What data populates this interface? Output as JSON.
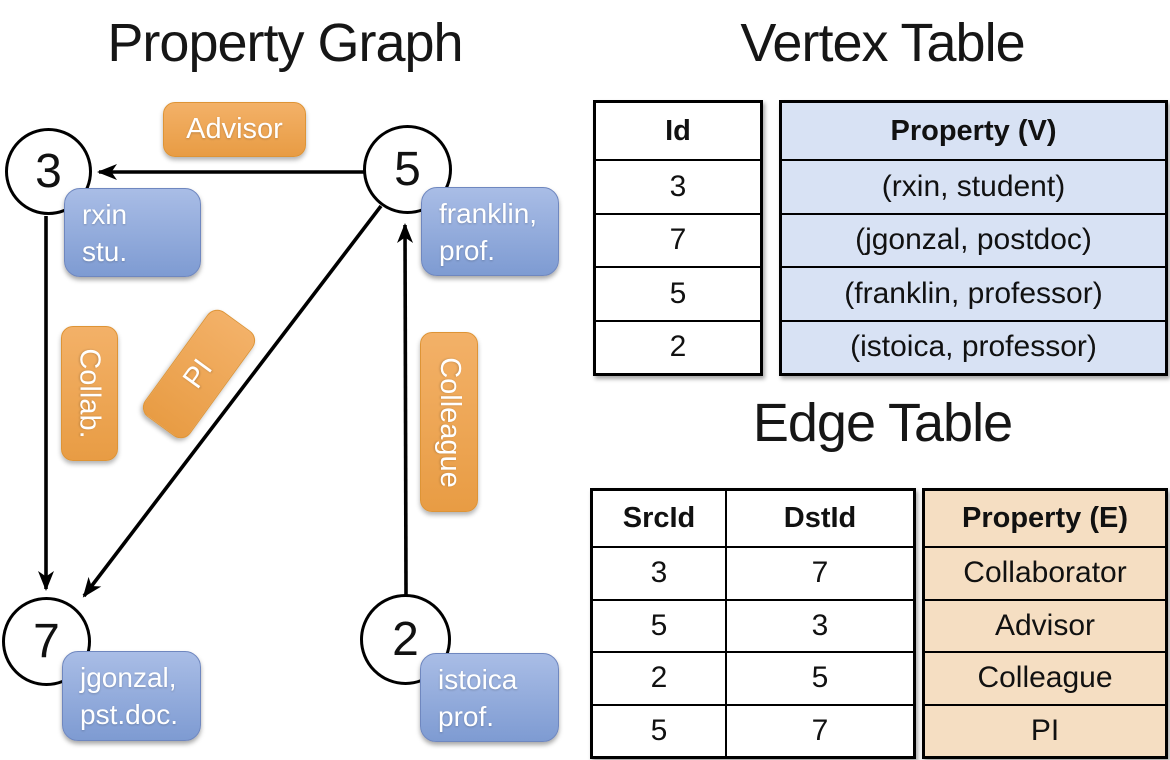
{
  "graph": {
    "title": "Property Graph",
    "nodes": [
      {
        "id": "3",
        "property_lines": [
          "rxin",
          "stu."
        ]
      },
      {
        "id": "5",
        "property_lines": [
          "franklin,",
          "prof."
        ]
      },
      {
        "id": "7",
        "property_lines": [
          "jgonzal,",
          "pst.doc."
        ]
      },
      {
        "id": "2",
        "property_lines": [
          "istoica",
          "prof."
        ]
      }
    ],
    "edges": [
      {
        "label": "Advisor",
        "from": "5",
        "to": "3"
      },
      {
        "label": "Collab.",
        "from": "3",
        "to": "7"
      },
      {
        "label": "PI",
        "from": "5",
        "to": "7"
      },
      {
        "label": "Colleague",
        "from": "2",
        "to": "5"
      }
    ]
  },
  "vertex_table": {
    "title": "Vertex Table",
    "col_id": "Id",
    "col_property": "Property (V)",
    "rows": [
      {
        "id": "3",
        "property": "(rxin, student)"
      },
      {
        "id": "7",
        "property": "(jgonzal, postdoc)"
      },
      {
        "id": "5",
        "property": "(franklin, professor)"
      },
      {
        "id": "2",
        "property": "(istoica, professor)"
      }
    ]
  },
  "edge_table": {
    "title": "Edge Table",
    "col_src": "SrcId",
    "col_dst": "DstId",
    "col_property": "Property (E)",
    "rows": [
      {
        "src": "3",
        "dst": "7",
        "property": "Collaborator"
      },
      {
        "src": "5",
        "dst": "3",
        "property": "Advisor"
      },
      {
        "src": "2",
        "dst": "5",
        "property": "Colleague"
      },
      {
        "src": "5",
        "dst": "7",
        "property": "PI"
      }
    ]
  },
  "colors": {
    "vertex_property_fill": "#D8E2F4",
    "edge_property_fill": "#F5DEC2",
    "node_box_blue_top": "#A9BDE6",
    "node_box_blue_bottom": "#7E9BD2",
    "edge_label_orange_top": "#F3B168",
    "edge_label_orange_bottom": "#E89C44",
    "label_text": "#FFFFFF",
    "line_color": "#000000"
  }
}
